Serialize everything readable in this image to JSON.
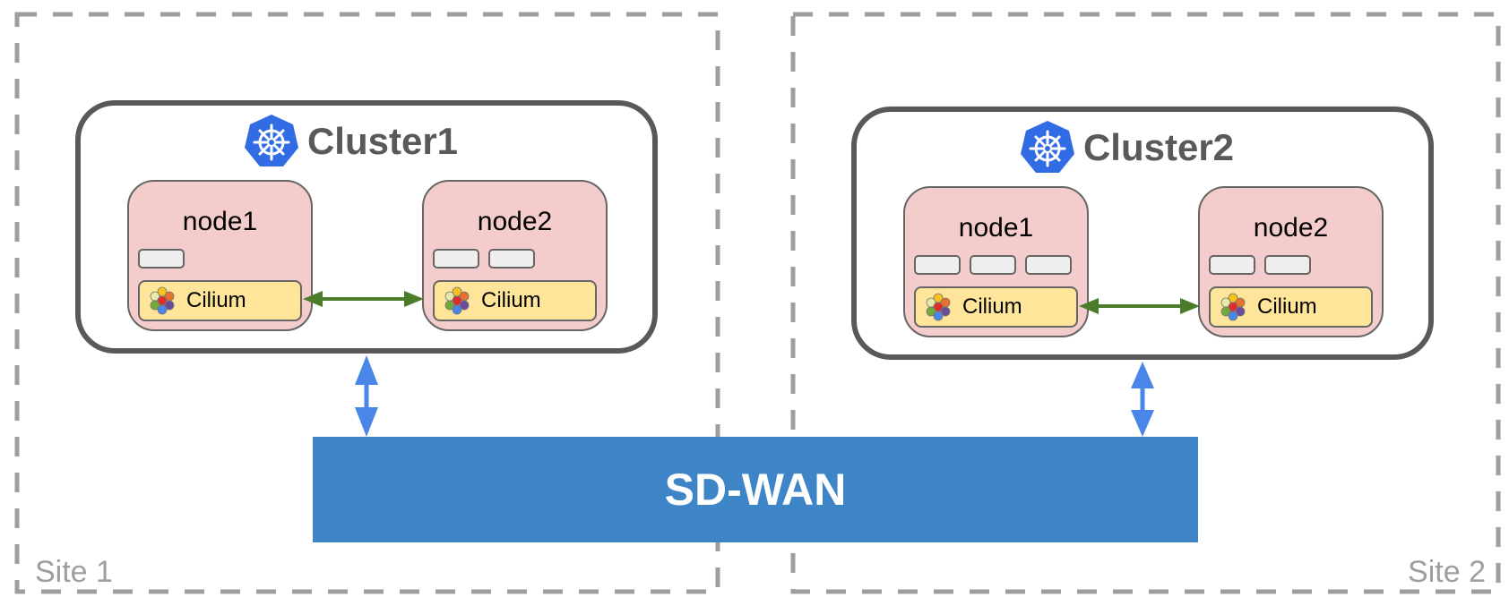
{
  "sites": [
    {
      "label": "Site 1"
    },
    {
      "label": "Site 2"
    }
  ],
  "clusters": [
    {
      "title": "Cluster1",
      "icon": "kubernetes-icon",
      "nodes": [
        {
          "name": "node1",
          "pod_count": 1,
          "agent": "Cilium"
        },
        {
          "name": "node2",
          "pod_count": 2,
          "agent": "Cilium"
        }
      ]
    },
    {
      "title": "Cluster2",
      "icon": "kubernetes-icon",
      "nodes": [
        {
          "name": "node1",
          "pod_count": 3,
          "agent": "Cilium"
        },
        {
          "name": "node2",
          "pod_count": 2,
          "agent": "Cilium"
        }
      ]
    }
  ],
  "network": {
    "label": "SD-WAN"
  },
  "colors": {
    "site_border": "#9e9e9e",
    "cluster_border": "#595959",
    "node_fill": "#f4cccc",
    "pod_fill": "#eeeeee",
    "cilium_fill": "#ffe599",
    "intra_cluster_arrow": "#4a7c2a",
    "wan_arrow": "#4a86e8",
    "sdwan_fill": "#3d85c6",
    "kubernetes_blue": "#326ce5"
  }
}
